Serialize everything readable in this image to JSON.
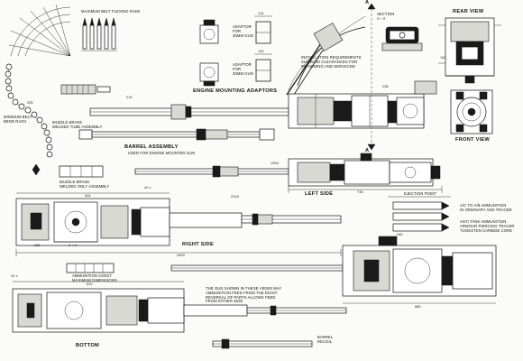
{
  "labels": {
    "ammo_belt_flexing_radii": "MAXIMUM BELT FLEXING RADII",
    "ammo_belt_bend_radii": "MINIMUM BELT BEND RADII",
    "section_aa": "SECTION\nA - A",
    "rear_view": "REAR VIEW",
    "front_view": "FRONT VIEW",
    "engine_mounting_adaptors": "ENGINE MOUNTING ADAPTORS",
    "adaptor_1": "ADAPTOR\nFOR\n30MM GUN",
    "adaptor_2": "ADAPTOR\nFOR\n20MM GUN",
    "installation_requirements": "INSTALLATION REQUIREMENTS\nSHOWING CLEARANCES FOR\nRE-ARMING AND SERVICING",
    "muzzle_brake_1": "MUZZLE BRAKE\nWELDED TUBE ASSEMBLY",
    "barrel_assembly": "BARREL ASSEMBLY",
    "barrel_assembly_sub": "USED FOR ENGINE MOUNTED GUN",
    "muzzle_brake_2": "MUZZLE BRAKE\nWELDED ONLY ASSEMBLY",
    "left_side": "LEFT SIDE",
    "ejection_point": "EJECTION POINT",
    "right_side": "RIGHT SIDE",
    "ammunition_chest": "AMMUNITION CHEST\nMAXIMUM DIMENSIONS",
    "note_box": "THE GUN SHOWN IN THESE VIEWS MAY\nAMMUNITION FEED FROM THE RIGHT.\nREVERSAL OF PARTS ALLOWS FEED\nFROM EITHER SIDE",
    "bottom": "BOTTOM",
    "barrel_recoil": "BARREL\nRECOIL",
    "ammo_note_1": "A/C TO A/B AMMUNITION\nIN ORDINARY AND TRACER",
    "ammo_note_2": "ANTI TANK AMMUNITION\nARMOUR PIERCING TRACER\nTUNGSTEN CARBIDE CORE",
    "section_mark": "A",
    "dim_2318": "2318",
    "dim_2649": "2649",
    "dim_1055": "1055",
    "dim_885": "885",
    "dim_620": "620",
    "dim_404": "404",
    "dim_735": "735",
    "dim_286": "286",
    "dim_124": "124",
    "dim_125": "125",
    "dim_163": "163",
    "dim_205": "205",
    "dim_280": "280",
    "dim_238": "238",
    "dim_210": "210",
    "dim_ab": "A = A",
    "dim_h1": "40 x",
    "dim_h2": "30 x"
  }
}
